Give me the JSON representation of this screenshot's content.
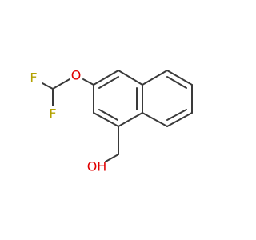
{
  "molecule": {
    "atoms": [
      {
        "id": "F1",
        "label": "F",
        "color": "#b3a100"
      },
      {
        "id": "F2",
        "label": "F",
        "color": "#b3a100"
      },
      {
        "id": "O1",
        "label": "O",
        "color": "#e00000"
      },
      {
        "id": "O2",
        "label": "OH",
        "color": "#e00000"
      }
    ],
    "bond_color": "#3a3a3a"
  }
}
